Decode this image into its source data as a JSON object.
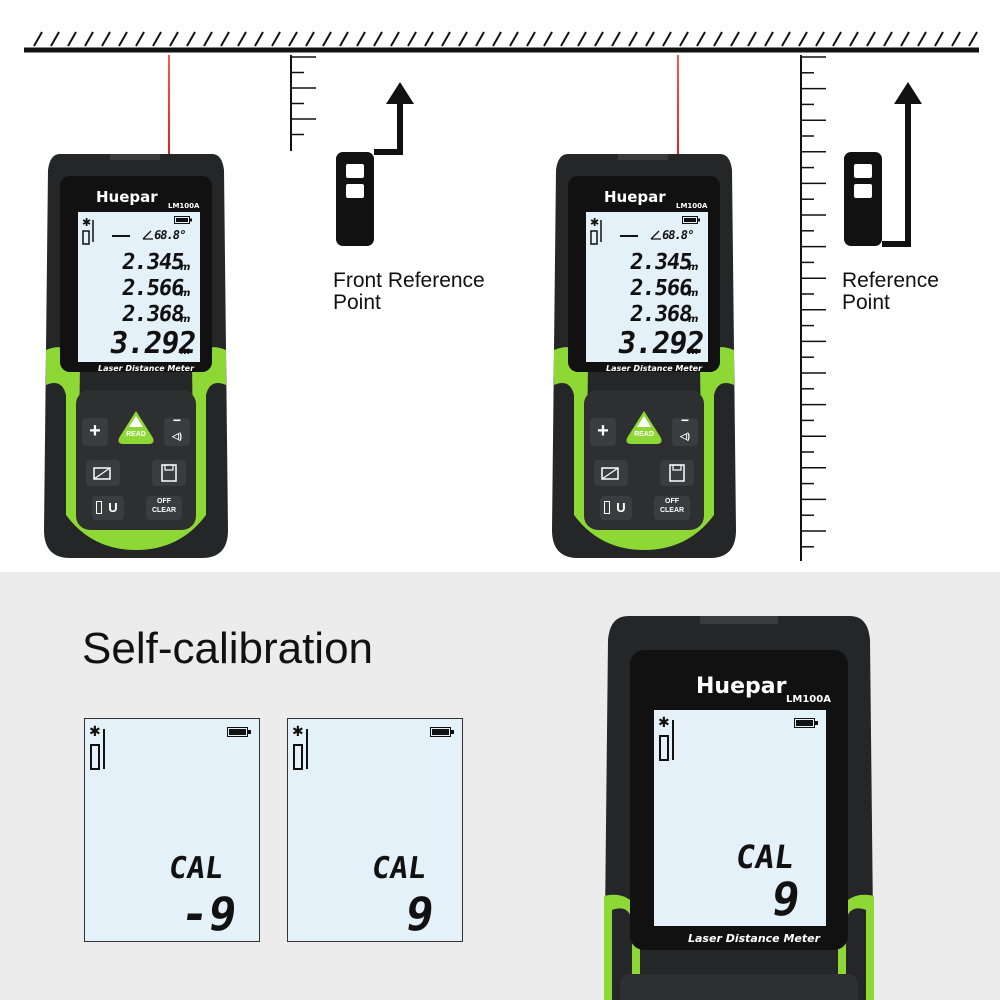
{
  "colors": {
    "device_body": "#252628",
    "device_accent": "#8ed836",
    "lcd_background": "#e4f1f9",
    "laser": "#e0202a",
    "bottom_panel": "#ececec"
  },
  "devices": [
    {
      "brand": "Huepar",
      "model": "LM100A",
      "caption": "Laser Distance Meter",
      "angle": "68.8°",
      "readings": [
        "2.345",
        "2.566",
        "2.368",
        "3.292"
      ],
      "unit": "m",
      "buttons": {
        "read": "READ",
        "plus": "+",
        "minus": "−",
        "off_clear": [
          "OFF",
          "CLEAR"
        ],
        "unit": "U"
      }
    },
    {
      "brand": "Huepar",
      "model": "LM100A",
      "caption": "Laser Distance Meter",
      "angle": "68.8°",
      "readings": [
        "2.345",
        "2.566",
        "2.368",
        "3.292"
      ],
      "unit": "m",
      "buttons": {
        "read": "READ",
        "plus": "+",
        "minus": "−",
        "off_clear": [
          "OFF",
          "CLEAR"
        ],
        "unit": "U"
      }
    }
  ],
  "reference_labels": {
    "front": "Front Reference\nPoint",
    "rear": "Reference\nPoint"
  },
  "calibration": {
    "title": "Self-calibration",
    "screens": [
      {
        "word": "CAL",
        "value": "-9"
      },
      {
        "word": "CAL",
        "value": "9"
      }
    ],
    "big_device": {
      "brand": "Huepar",
      "model": "LM100A",
      "caption": "Laser Distance Meter",
      "word": "CAL",
      "value": "9"
    }
  }
}
